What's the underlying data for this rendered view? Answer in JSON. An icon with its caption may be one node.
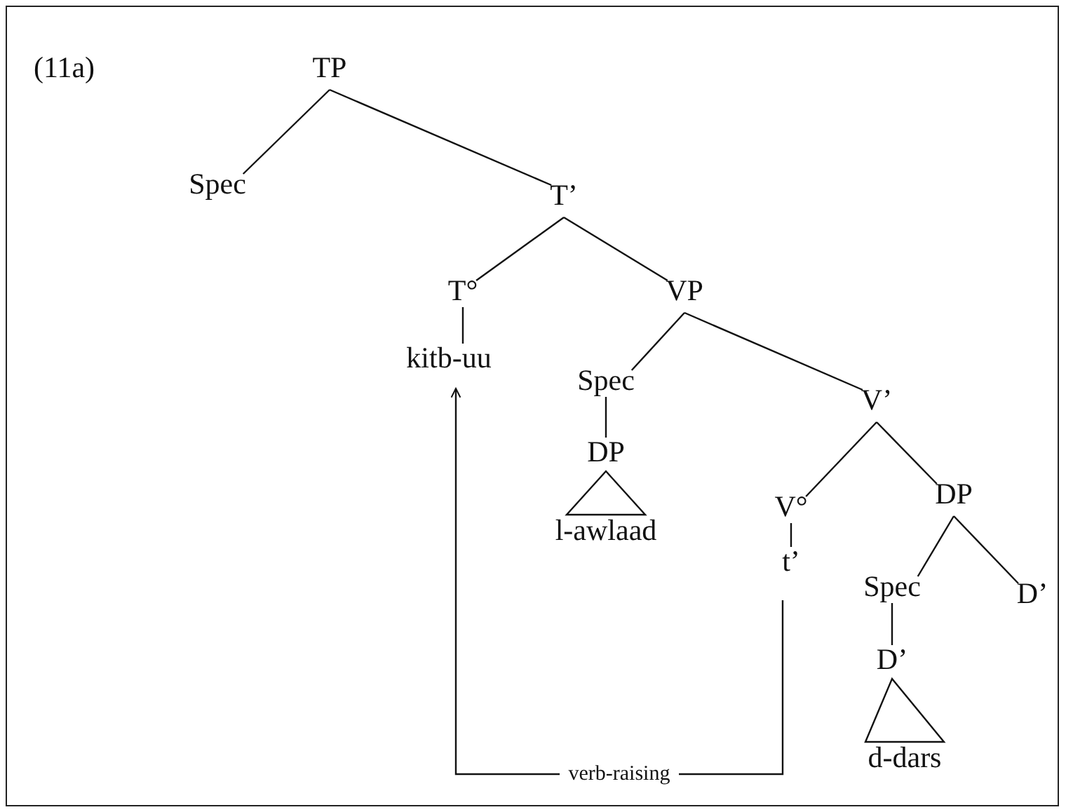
{
  "diagram": {
    "nodes": [
      {
        "text": [
          "TP"
        ]
      },
      {
        "text": [
          "Spec"
        ]
      },
      {
        "text": [
          "T’"
        ]
      },
      {
        "text": [
          "T°"
        ]
      },
      {
        "text": [
          "VP"
        ]
      },
      {
        "text": [
          "kitb-uu"
        ]
      },
      {
        "text": [
          "Spec"
        ]
      },
      {
        "text": [
          "V’"
        ]
      },
      {
        "text": [
          "DP"
        ]
      },
      {
        "text": [
          "l-awlaad"
        ]
      },
      {
        "text": [
          "V°"
        ]
      },
      {
        "text": [
          "DP"
        ]
      },
      {
        "text": [
          "t’"
        ]
      },
      {
        "text": [
          "Spec"
        ]
      },
      {
        "text": [
          "D’"
        ]
      },
      {
        "text": [
          "D’"
        ]
      },
      {
        "text": [
          "d-dars"
        ]
      }
    ],
    "edges": [
      {
        "from": 0,
        "to": 1,
        "arrow": "none"
      },
      {
        "from": 0,
        "to": 2,
        "arrow": "none"
      },
      {
        "from": 2,
        "to": 3,
        "arrow": "none"
      },
      {
        "from": 2,
        "to": 4,
        "arrow": "none"
      },
      {
        "from": 3,
        "to": 5,
        "arrow": "none"
      },
      {
        "from": 4,
        "to": 6,
        "arrow": "none"
      },
      {
        "from": 4,
        "to": 7,
        "arrow": "none"
      },
      {
        "from": 6,
        "to": 8,
        "arrow": "none"
      },
      {
        "from": 8,
        "to": 9,
        "arrow": "none"
      },
      {
        "from": 7,
        "to": 10,
        "arrow": "none"
      },
      {
        "from": 7,
        "to": 11,
        "arrow": "none"
      },
      {
        "from": 10,
        "to": 12,
        "arrow": "none"
      },
      {
        "from": 11,
        "to": 13,
        "arrow": "none"
      },
      {
        "from": 11,
        "to": 14,
        "arrow": "none"
      },
      {
        "from": 13,
        "to": 15,
        "arrow": "none"
      },
      {
        "from": 15,
        "to": 16,
        "arrow": "none"
      },
      {
        "from": 12,
        "to": 5,
        "arrow": "to",
        "label": "verb-raising"
      }
    ],
    "labels": [
      "(11a)"
    ]
  }
}
